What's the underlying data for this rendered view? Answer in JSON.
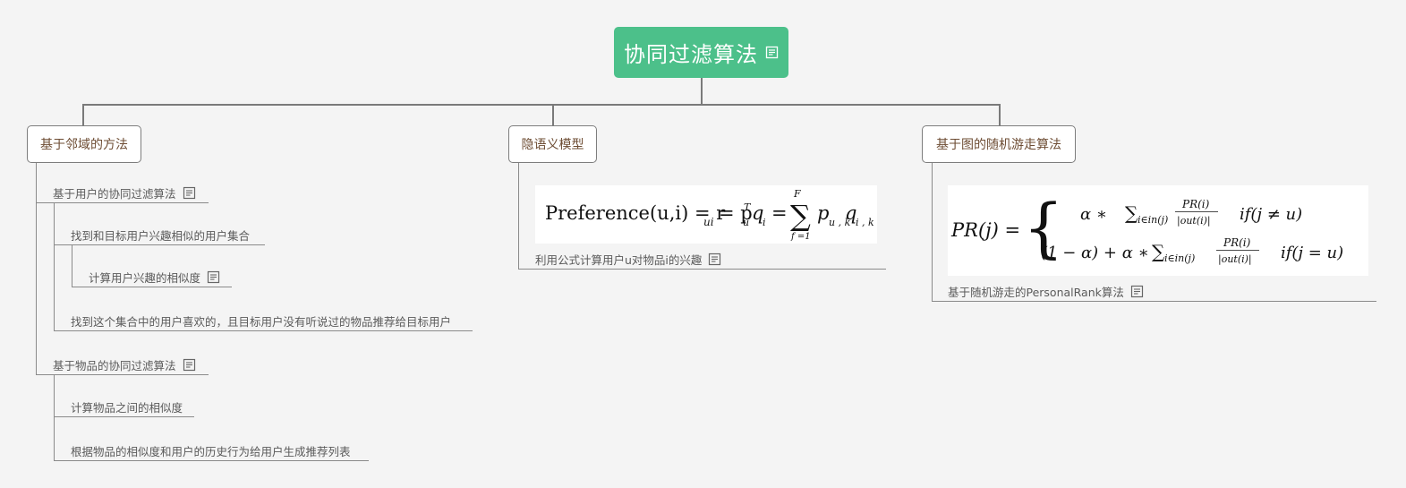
{
  "root": {
    "title": "协同过滤算法"
  },
  "branches": [
    {
      "title": "基于邻域的方法",
      "children": [
        {
          "title": "基于用户的协同过滤算法",
          "children": [
            {
              "title": "找到和目标用户兴趣相似的用户集合",
              "children": [
                {
                  "title": "计算用户兴趣的相似度"
                }
              ]
            },
            {
              "title": "找到这个集合中的用户喜欢的，且目标用户没有听说过的物品推荐给目标用户"
            }
          ]
        },
        {
          "title": "基于物品的协同过滤算法",
          "children": [
            {
              "title": "计算物品之间的相似度"
            },
            {
              "title": "根据物品的相似度和用户的历史行为给用户生成推荐列表"
            }
          ]
        }
      ]
    },
    {
      "title": "隐语义模型",
      "children": [
        {
          "title": "利用公式计算用户u对物品i的兴趣"
        }
      ]
    },
    {
      "title": "基于图的随机游走算法",
      "children": [
        {
          "title": "基于随机游走的PersonalRank算法"
        }
      ]
    }
  ],
  "formulas": {
    "preference": {
      "lhs": "Preference(u,i) = r",
      "r_sub": "ui",
      "eq1": "= p",
      "p_sup": "T",
      "p_sub": "u",
      "q": "q",
      "q_sub": "i",
      "eq2": "=",
      "sum_sign": "∑",
      "sum_top": "F",
      "sum_bottom": "f =1",
      "p2": "p",
      "p2_sub": "u , k",
      "q2": "q",
      "q2_sub": "i , k"
    },
    "pagerank": {
      "lhs": "PR(j) =",
      "brace": "{",
      "row1_alpha": "α ∗",
      "row2_alpha": "(1 − α) + α ∗",
      "sum_sign": "∑",
      "sum_sub": "i∈in(j)",
      "frac_num": "PR(i)",
      "frac_den": "|out(i)|",
      "row1_cond": "if(j ≠ u)",
      "row2_cond": "if(j = u)"
    }
  },
  "colors": {
    "root_bg": "#4cc08a",
    "connector": "#7a7a7a",
    "canvas_bg": "#f4f4f4",
    "branch_text": "#6d4c33"
  },
  "icons": {
    "note": "note-icon"
  }
}
